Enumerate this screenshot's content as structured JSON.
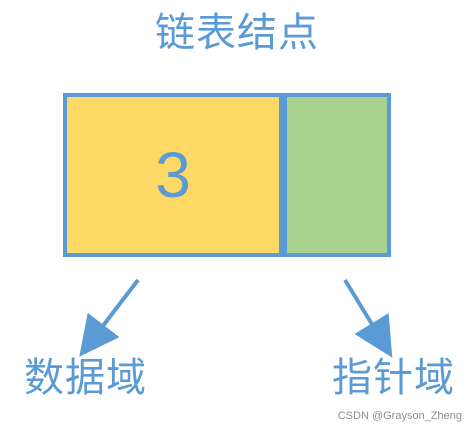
{
  "title": "链表结点",
  "node": {
    "value": "3"
  },
  "labels": {
    "data_field": "数据域",
    "pointer_field": "指针域"
  },
  "watermark": "CSDN @Grayson_Zheng",
  "colors": {
    "blue": "#5b9bd5",
    "yellow": "#ffd966",
    "green": "#a9d18e"
  }
}
